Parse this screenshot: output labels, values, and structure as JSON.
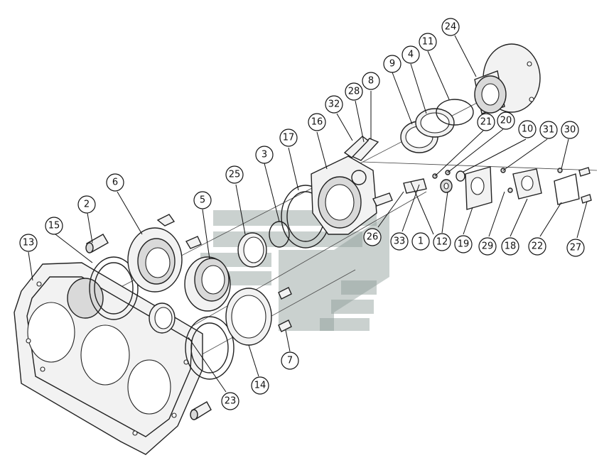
{
  "callouts": [
    {
      "label": "1"
    },
    {
      "label": "2"
    },
    {
      "label": "3"
    },
    {
      "label": "4"
    },
    {
      "label": "5"
    },
    {
      "label": "6"
    },
    {
      "label": "7"
    },
    {
      "label": "8"
    },
    {
      "label": "9"
    },
    {
      "label": "10"
    },
    {
      "label": "11"
    },
    {
      "label": "12"
    },
    {
      "label": "13"
    },
    {
      "label": "14"
    },
    {
      "label": "15"
    },
    {
      "label": "16"
    },
    {
      "label": "17"
    },
    {
      "label": "18"
    },
    {
      "label": "19"
    },
    {
      "label": "20"
    },
    {
      "label": "21"
    },
    {
      "label": "22"
    },
    {
      "label": "23"
    },
    {
      "label": "24"
    },
    {
      "label": "25"
    },
    {
      "label": "26"
    },
    {
      "label": "27"
    },
    {
      "label": "28"
    },
    {
      "label": "29"
    },
    {
      "label": "30"
    },
    {
      "label": "31"
    },
    {
      "label": "32"
    },
    {
      "label": "33"
    }
  ],
  "colors": {
    "line": "#222222",
    "watermark": "#8a9a94",
    "background": "#ffffff"
  }
}
